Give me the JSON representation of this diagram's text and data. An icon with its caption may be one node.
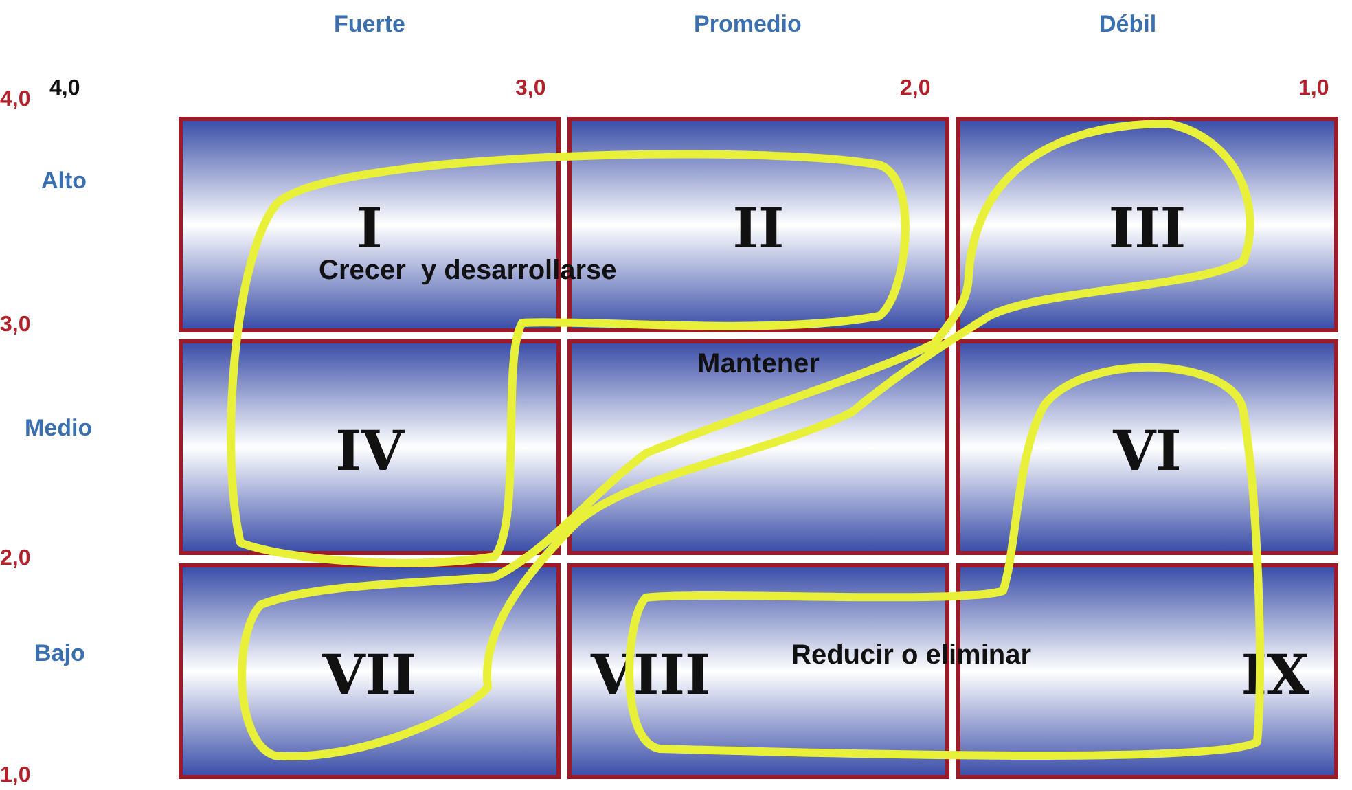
{
  "diagram": {
    "nodes": [
      {
        "text": [
          "I"
        ]
      },
      {
        "text": [
          "II"
        ]
      },
      {
        "text": [
          "III"
        ]
      },
      {
        "text": [
          "IV"
        ]
      },
      {
        "text": [
          "Mantener"
        ]
      },
      {
        "text": [
          "VI"
        ]
      },
      {
        "text": [
          "VII"
        ]
      },
      {
        "text": [
          "VIII"
        ]
      },
      {
        "text": [
          "IX"
        ]
      }
    ],
    "edges": [],
    "labels": [
      "Fuerte",
      "Promedio",
      "Débil",
      "4,0",
      "4,0",
      "3,0",
      "2,0",
      "1,0",
      "Alto",
      "Crecer  y desarrollarse",
      "3,0",
      "Medio",
      "2,0",
      "Bajo",
      "Reducir o eliminar",
      "1,0"
    ]
  }
}
